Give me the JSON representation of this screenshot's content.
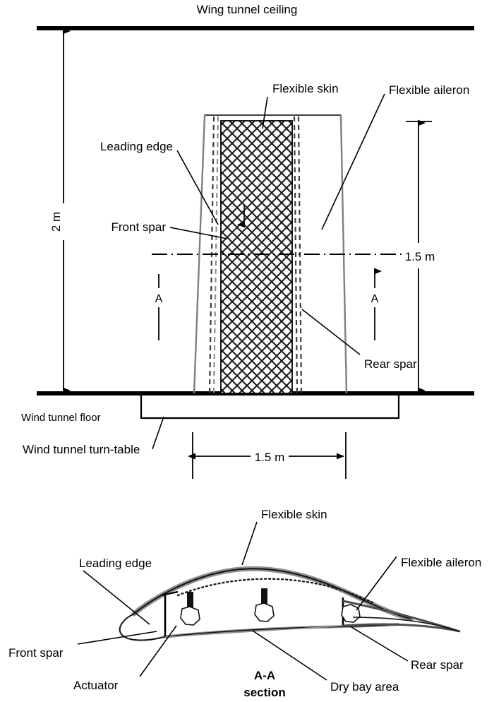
{
  "figure": {
    "title_top": "Wing tunnel ceiling",
    "views": {
      "planform": {
        "name": "wind-tunnel-planform-view",
        "labels": {
          "ceiling": "Wing tunnel ceiling",
          "floor": "Wind tunnel floor",
          "turntable": "Wind tunnel turn-table",
          "leading_edge": "Leading edge",
          "front_spar": "Front spar",
          "flexible_skin": "Flexible skin",
          "flexible_aileron": "Flexible aileron",
          "rear_spar": "Rear spar",
          "section_mark_left": "A",
          "section_mark_right": "A"
        },
        "dimensions": {
          "height_total": "2 m",
          "span_vertical": "1.5 m",
          "chord_horizontal": "1.5 m"
        }
      },
      "section": {
        "name": "airfoil-section-view",
        "caption_line1": "A-A",
        "caption_line2": "section",
        "labels": {
          "leading_edge": "Leading edge",
          "flexible_skin": "Flexible skin",
          "flexible_aileron": "Flexible aileron",
          "front_spar": "Front spar",
          "actuator": "Actuator",
          "dry_bay_area": "Dry bay area",
          "rear_spar": "Rear spar"
        }
      }
    },
    "colors": {
      "line": "#000000",
      "background": "#ffffff",
      "mesh": "#1a1a1a",
      "grey_edge": "#8c8c8c"
    }
  }
}
